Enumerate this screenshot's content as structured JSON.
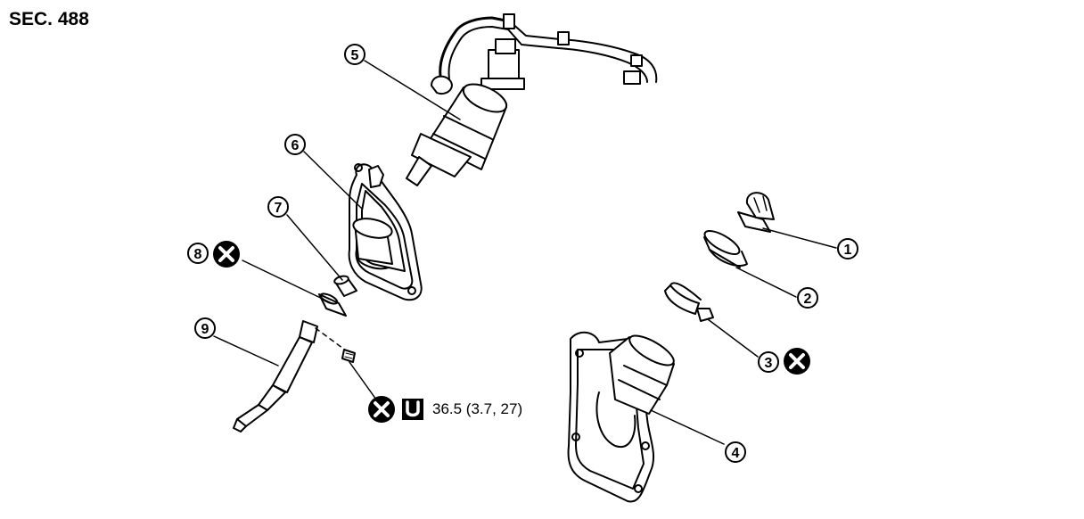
{
  "header": {
    "section": "SEC. 488"
  },
  "callouts": [
    "1",
    "2",
    "3",
    "4",
    "5",
    "6",
    "7",
    "8",
    "9"
  ],
  "torque": {
    "spec": "36.5 (3.7, 27)"
  },
  "icons": {
    "replace": "non-reusable-part-icon",
    "torque": "torque-wrench-icon"
  }
}
